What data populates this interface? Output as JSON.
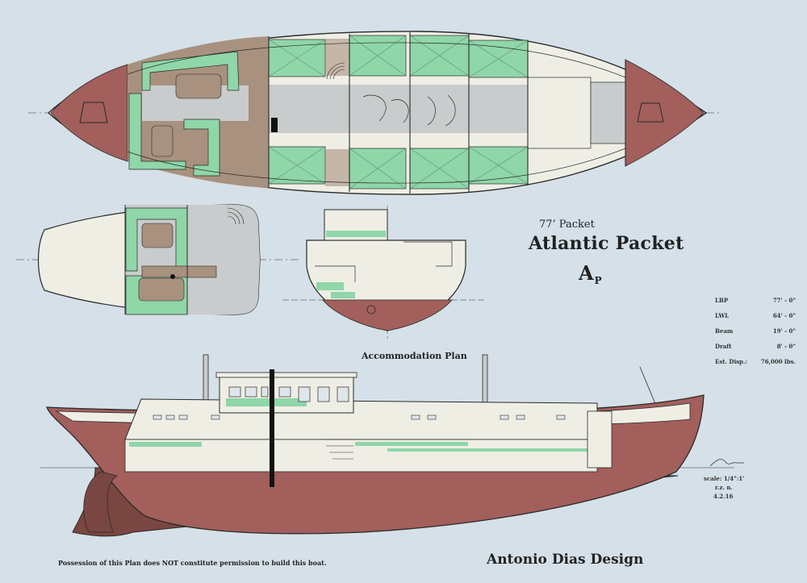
{
  "subtitle": "77’ Packet",
  "title": "Atlantic Packet",
  "monogram": {
    "main": "A",
    "sub": "P"
  },
  "plan_label": "Accommodation Plan",
  "designer": "Antonio Dias Design",
  "notice": "Possession of this Plan does NOT constitute permission to build this boat.",
  "specs": [
    {
      "name": "LBP",
      "value": "77' - 0\""
    },
    {
      "name": "LWL",
      "value": "64' - 0\""
    },
    {
      "name": "Beam",
      "value": "19' - 0\""
    },
    {
      "name": "Draft",
      "value": "8' - 0\""
    },
    {
      "name": "Est. Disp.:",
      "value": "76,000 lbs."
    }
  ],
  "scale": {
    "text": "scale: 1/4\":1'",
    "initials": "r.z. n.",
    "date": "4.2.16"
  },
  "colors": {
    "background": "#d5e0e8",
    "hull_red": "#a25f5b",
    "keel_dark": "#7a4642",
    "sole_brown": "#a8917e",
    "settee_green": "#8fd6a8",
    "interior_gray": "#c8cccd",
    "deck_cream": "#efeee5",
    "line_dark": "#2a2a2a"
  }
}
